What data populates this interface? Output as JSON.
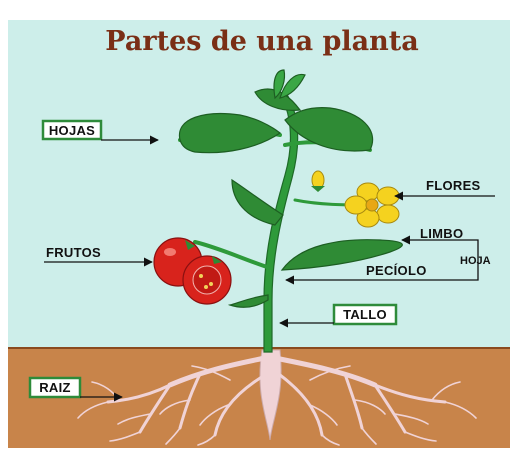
{
  "title": "Partes de una planta",
  "labels": {
    "hojas": "HOJAS",
    "flores": "FLORES",
    "limbo": "LIMBO",
    "hoja": "HOJA",
    "frutos": "FRUTOS",
    "peciolo": "PECÍOLO",
    "tallo": "TALLO",
    "raiz": "RAIZ"
  },
  "colors": {
    "sky": "#cdeeea",
    "soil": "#c8844a",
    "soil_line": "#8a4a1e",
    "stem": "#2e9a3a",
    "leaf": "#2f8b35",
    "tomato": "#d8231c",
    "flower": "#f5d21f",
    "root": "#f0d3d6",
    "box_border": "#2e8b3a",
    "title": "#7a2f16"
  }
}
